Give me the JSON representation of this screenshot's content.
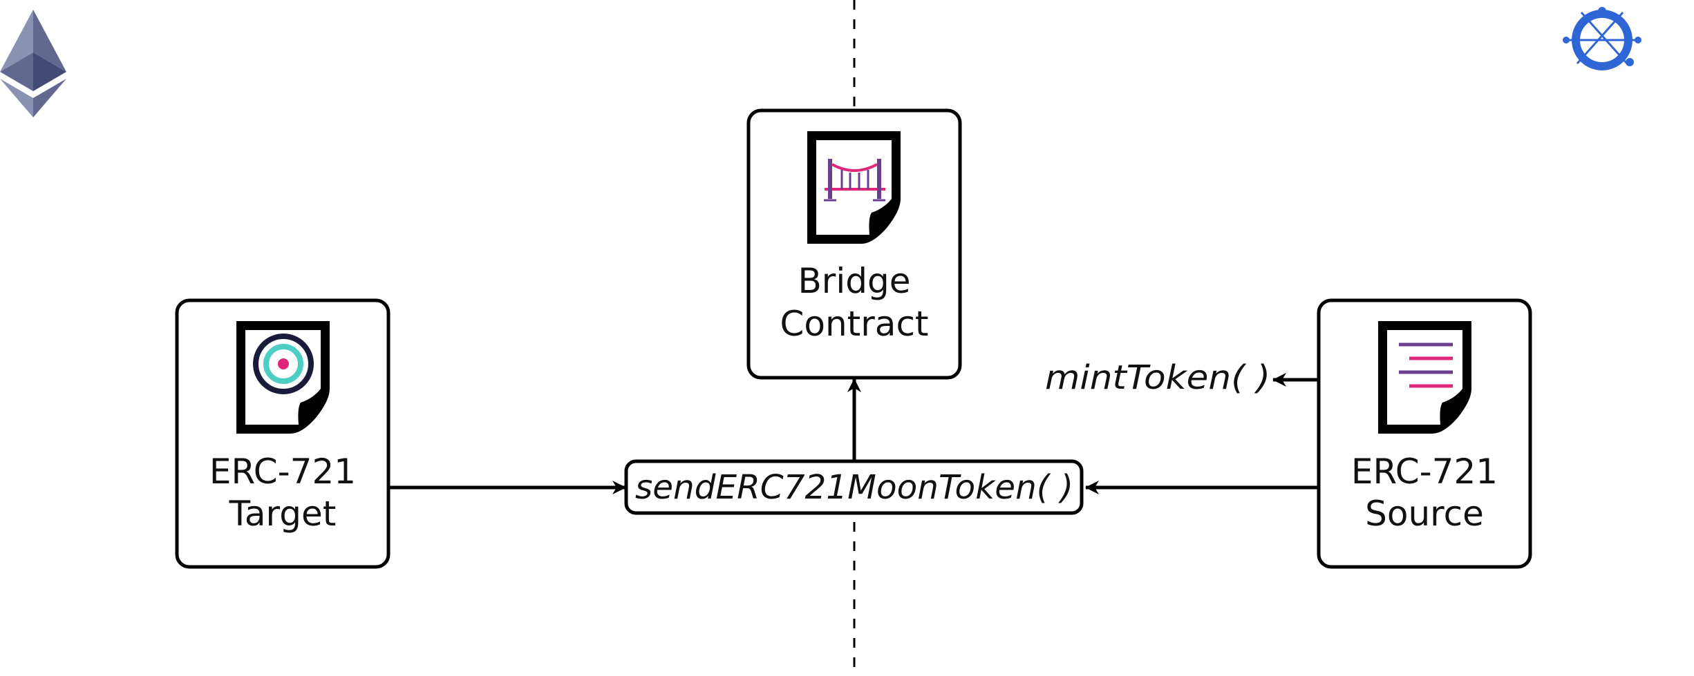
{
  "nodes": {
    "bridge": {
      "line1": "Bridge",
      "line2": "Contract"
    },
    "target": {
      "line1": "ERC-721",
      "line2": "Target"
    },
    "source": {
      "line1": "ERC-721",
      "line2": "Source"
    }
  },
  "functions": {
    "send": "sendERC721MoonToken( )",
    "mint": "mintToken( )"
  },
  "logos": {
    "left": "ethereum-logo-icon",
    "right": "moonbeam-logo-icon"
  },
  "colors": {
    "stroke": "#000000",
    "bridge_purple": "#6b3d8f",
    "bridge_pink": "#e0267a",
    "target_teal": "#4ecdc4",
    "target_pink": "#e0267a",
    "target_navy": "#1a1a3a",
    "source_purple": "#6b3d8f",
    "source_pink": "#e0267a",
    "moonbeam_blue": "#2f66d6"
  }
}
